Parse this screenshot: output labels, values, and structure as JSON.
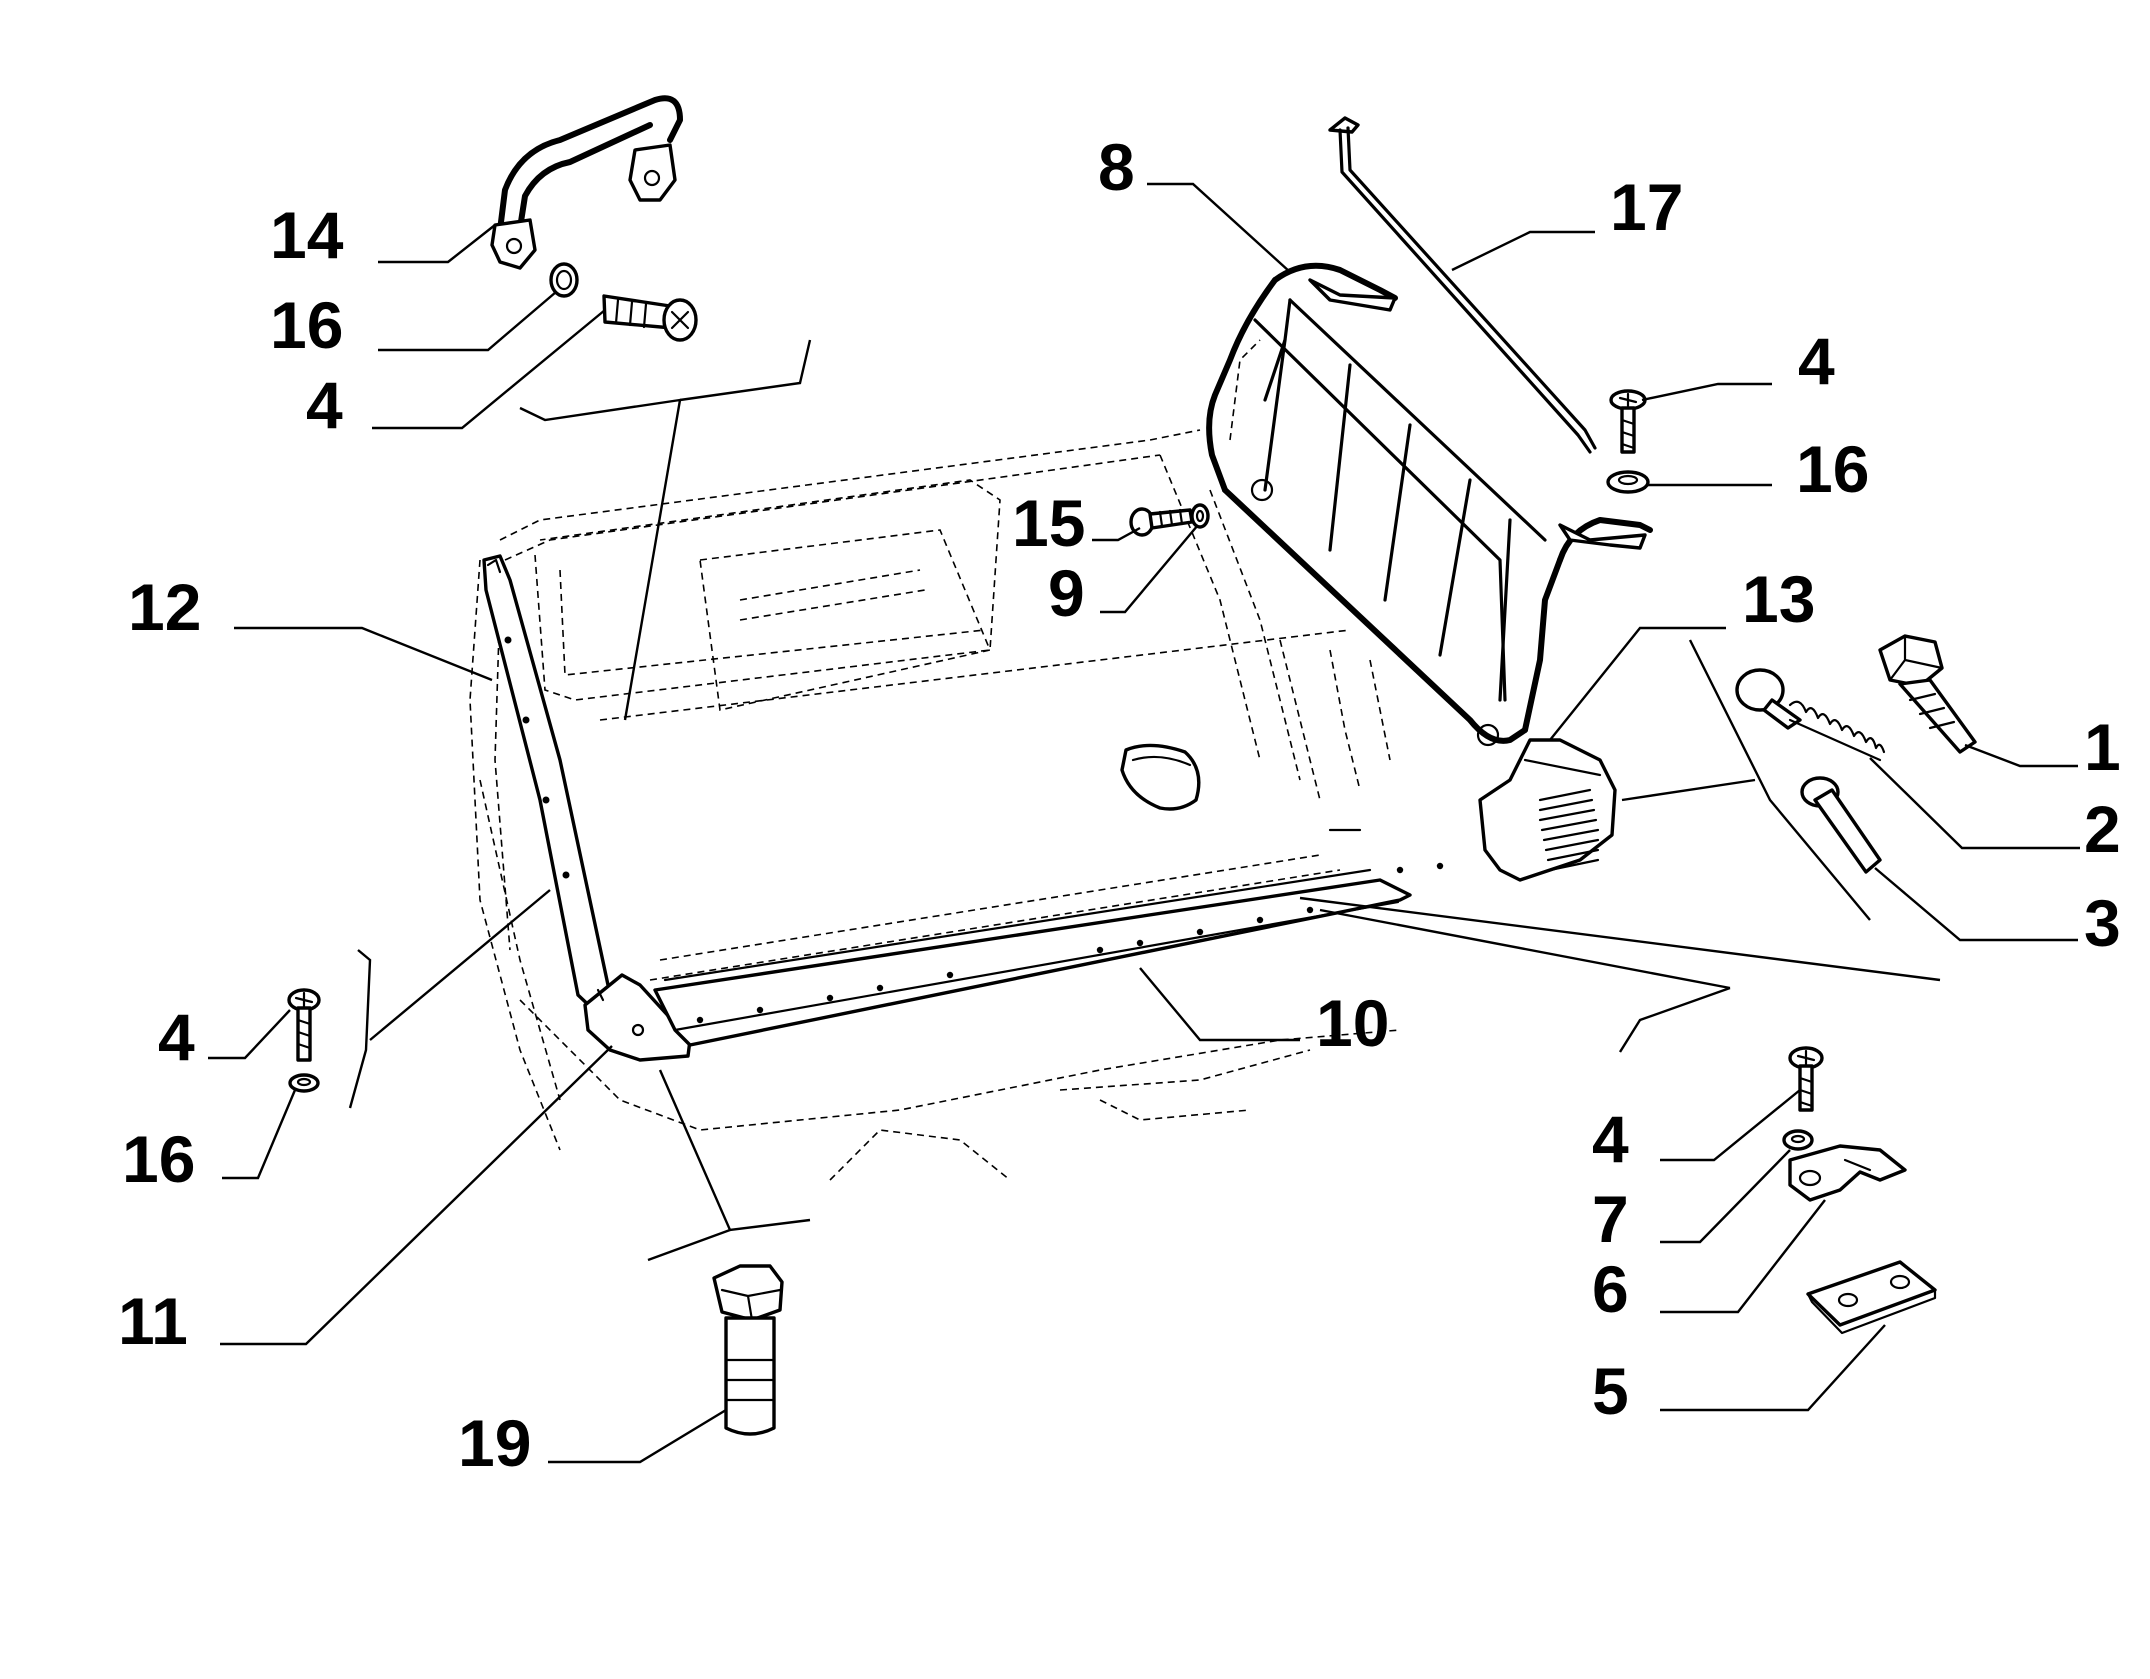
{
  "callouts": [
    {
      "id": "c1",
      "text": "1"
    },
    {
      "id": "c2",
      "text": "2"
    },
    {
      "id": "c3",
      "text": "3"
    },
    {
      "id": "c4a",
      "text": "4"
    },
    {
      "id": "c4b",
      "text": "4"
    },
    {
      "id": "c4c",
      "text": "4"
    },
    {
      "id": "c4d",
      "text": "4"
    },
    {
      "id": "c5",
      "text": "5"
    },
    {
      "id": "c6",
      "text": "6"
    },
    {
      "id": "c7",
      "text": "7"
    },
    {
      "id": "c8",
      "text": "8"
    },
    {
      "id": "c9",
      "text": "9"
    },
    {
      "id": "c10",
      "text": "10"
    },
    {
      "id": "c11",
      "text": "11"
    },
    {
      "id": "c12",
      "text": "12"
    },
    {
      "id": "c13",
      "text": "13"
    },
    {
      "id": "c14",
      "text": "14"
    },
    {
      "id": "c15",
      "text": "15"
    },
    {
      "id": "c16a",
      "text": "16"
    },
    {
      "id": "c16b",
      "text": "16"
    },
    {
      "id": "c16c",
      "text": "16"
    },
    {
      "id": "c17",
      "text": "17"
    },
    {
      "id": "c19",
      "text": "19"
    }
  ]
}
